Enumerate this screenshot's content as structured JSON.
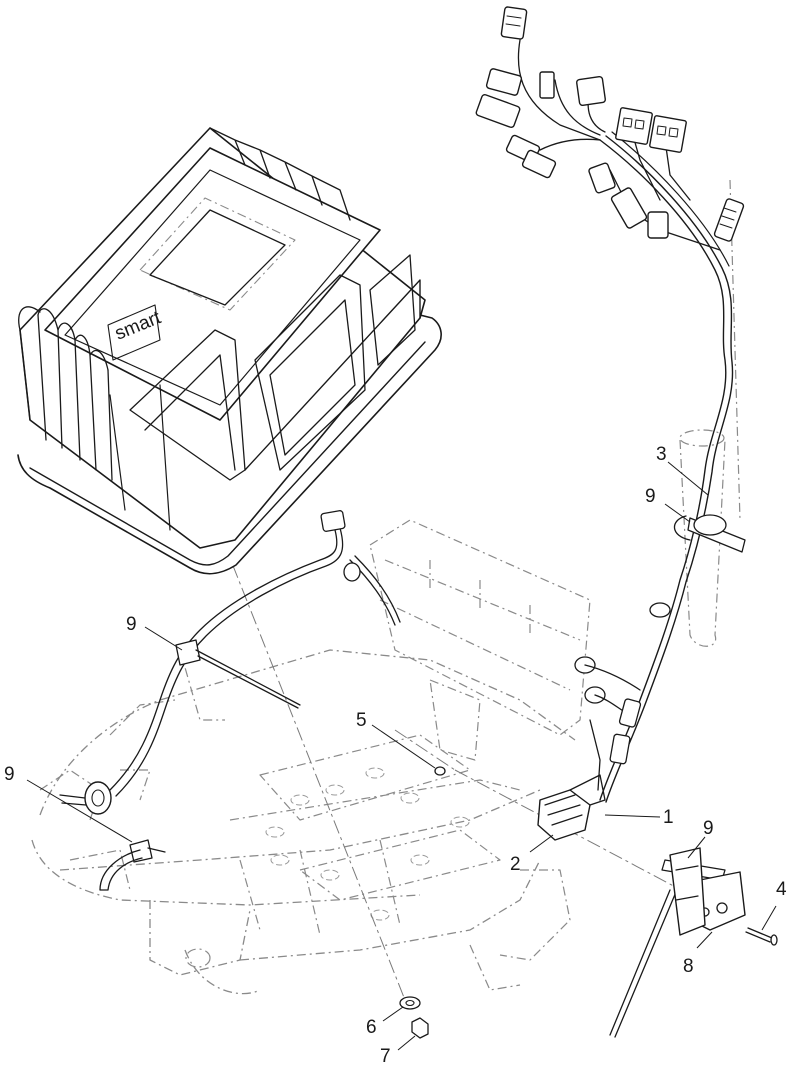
{
  "diagram": {
    "callouts": [
      {
        "id": "c1",
        "label": "1"
      },
      {
        "id": "c2",
        "label": "2"
      },
      {
        "id": "c3",
        "label": "3"
      },
      {
        "id": "c4",
        "label": "4"
      },
      {
        "id": "c5",
        "label": "5"
      },
      {
        "id": "c6",
        "label": "6"
      },
      {
        "id": "c7",
        "label": "7"
      },
      {
        "id": "c8",
        "label": "8"
      },
      {
        "id": "c9a",
        "label": "9"
      },
      {
        "id": "c9b",
        "label": "9"
      },
      {
        "id": "c9c",
        "label": "9"
      },
      {
        "id": "c9d",
        "label": "9"
      }
    ],
    "controller_badge": "smart"
  }
}
